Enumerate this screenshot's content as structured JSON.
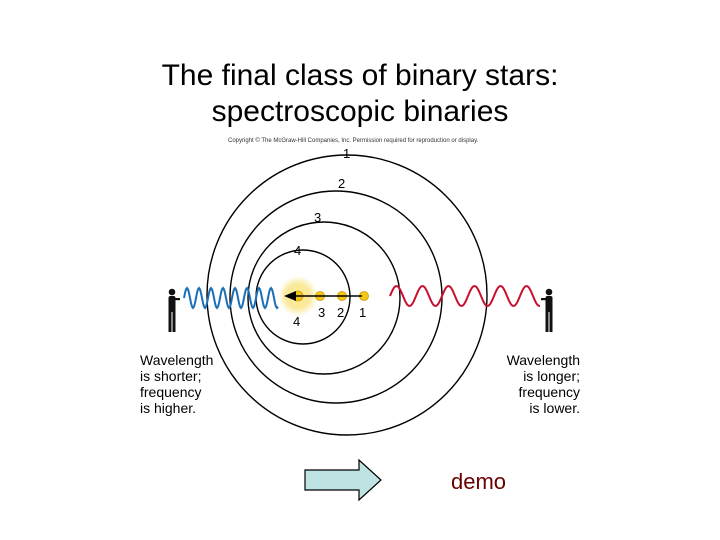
{
  "slide": {
    "title_line1": "The final class of binary stars:",
    "title_line2": "spectroscopic binaries"
  },
  "figure": {
    "credit": "Copyright © The McGraw-Hill Companies, Inc. Permission required for reproduction or display.",
    "orbit_labels": [
      "1",
      "2",
      "3",
      "4"
    ],
    "position_labels": [
      "4",
      "3",
      "2",
      "1"
    ],
    "left_caption": [
      "Wavelength",
      "is shorter;",
      "frequency",
      "is higher."
    ],
    "right_caption": [
      "Wavelength",
      "is longer;",
      "frequency",
      "is lower."
    ],
    "colors": {
      "blue_wave": "#1a6fb5",
      "red_wave": "#c8102e",
      "star": "#f5c518",
      "orbit": "#000000",
      "arrow_fill": "#bfe3e3"
    },
    "icons": [
      "observer-icon",
      "star-icon",
      "motion-arrow-icon"
    ]
  },
  "demo": {
    "label": "demo"
  }
}
